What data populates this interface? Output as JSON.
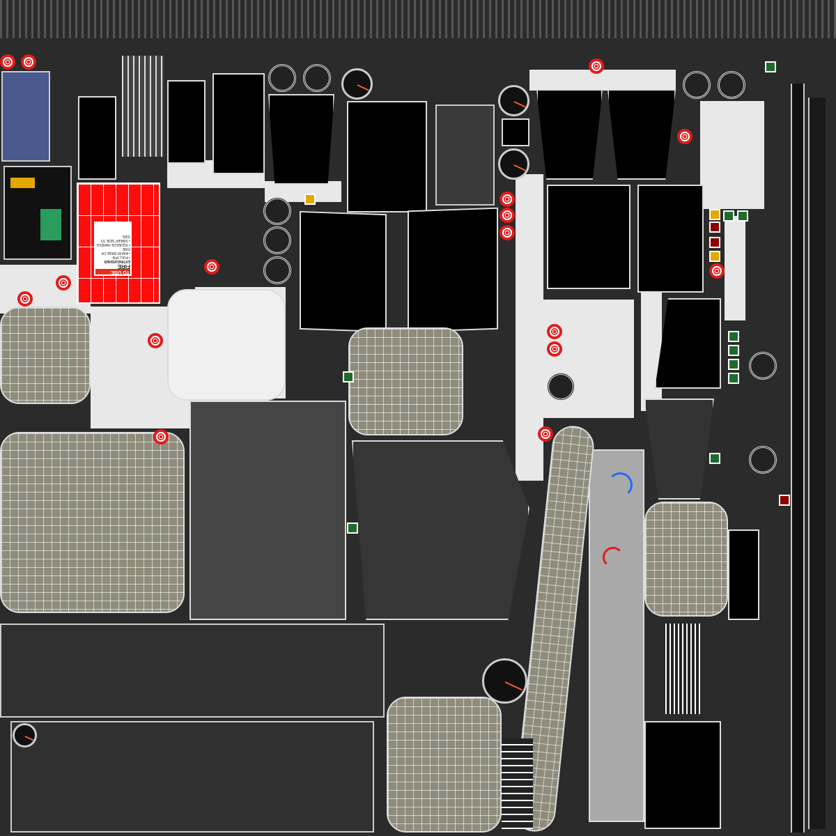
{
  "fire_extinguisher_label": {
    "heading": "TO USE:",
    "title": "FIRE",
    "subtitle": "EXTINGUISHER",
    "steps": [
      "• PULL PIN",
      "• AIM AT BASE OF FIRE",
      "• SQUEEZE HANDLE",
      "• SWEEP SIDE TO SIDE"
    ]
  },
  "colors": {
    "background": "#2b2b2b",
    "accent_red": "#e31b1b",
    "extinguisher_red": "#ff0d0d",
    "panel_blue": "#4a5a8f",
    "cushion": "#8f8c7c",
    "indicator_green": "#1f6b2e",
    "indicator_yellow": "#e3a800"
  }
}
